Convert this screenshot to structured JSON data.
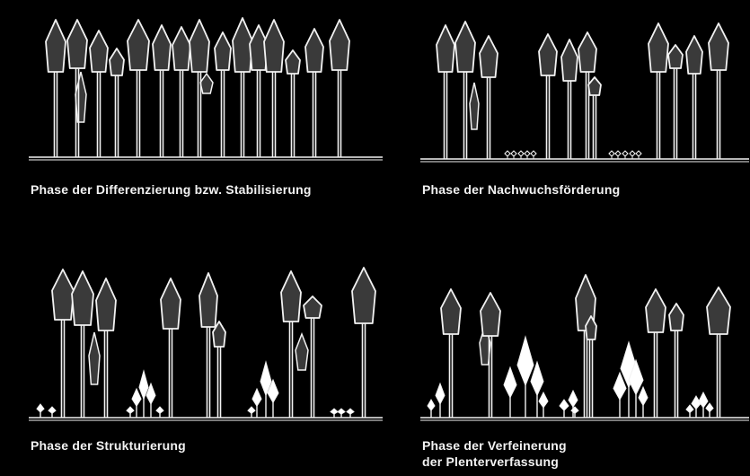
{
  "panels": [
    {
      "caption_lines": [
        "Phase der Differenzierung bzw. Stabilisierung"
      ]
    },
    {
      "caption_lines": [
        "Phase der Nachwuchsförderung"
      ]
    },
    {
      "caption_lines": [
        "Phase der Strukturierung"
      ]
    },
    {
      "caption_lines": [
        "Phase der Verfeinerung",
        "der Plenterverfassung"
      ]
    }
  ],
  "colors": {
    "background": "#000000",
    "drawing": "#f2f2f2",
    "crown_fill": "#3a3a3a",
    "sapling_fill": "#ffffff"
  }
}
